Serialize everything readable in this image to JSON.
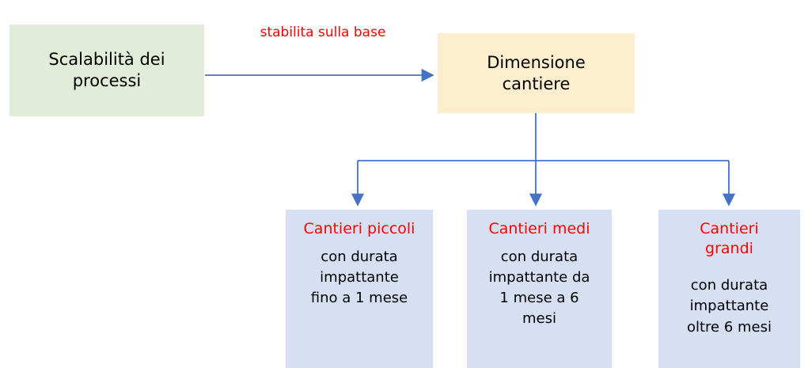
{
  "diagram": {
    "title": "Scalabilita dei processi - Dimensione cantiere",
    "colors": {
      "green_fill": "#E2EDD9",
      "orange_fill": "#FDEFCE",
      "blue_fill": "#D6E0F2",
      "connector": "#4472C4",
      "label_red": "#FF0000",
      "text_black": "#000000",
      "background": "#FFFFFF"
    },
    "nodes": {
      "source": {
        "line1": "Scalabilità dei",
        "line2": "processi"
      },
      "decision": {
        "line1": "Dimensione",
        "line2": "cantiere"
      },
      "leaves": [
        {
          "title": "Cantieri piccoli",
          "body_line1": "con durata",
          "body_line2": "impattante",
          "body_line3": "fino a 1 mese",
          "body_line4": ""
        },
        {
          "title": "Cantieri medi",
          "body_line1": "con durata",
          "body_line2": "impattante da",
          "body_line3": "1 mese a 6",
          "body_line4": "mesi"
        },
        {
          "title_line1": "Cantieri",
          "title_line2": "grandi",
          "body_line1": "con durata",
          "body_line2": "impattante",
          "body_line3": "oltre 6 mesi",
          "body_line4": ""
        }
      ]
    },
    "edges": {
      "source_to_decision_label": "stabilita sulla base"
    }
  }
}
